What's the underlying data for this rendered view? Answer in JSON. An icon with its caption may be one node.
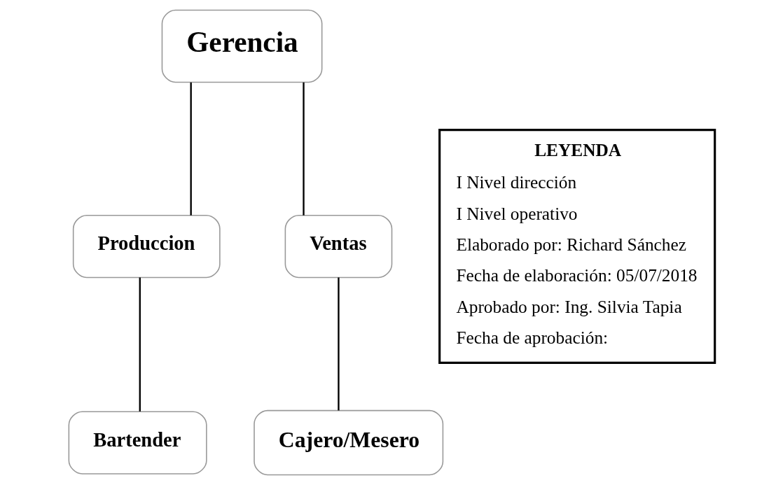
{
  "diagram": {
    "nodes": [
      {
        "text": [
          "Gerencia"
        ]
      },
      {
        "text": [
          "Produccion"
        ]
      },
      {
        "text": [
          "Ventas"
        ]
      },
      {
        "text": [
          "LEYENDA",
          "I Nivel dirección",
          "I Nivel operativo",
          "Elaborado por: Richard Sánchez",
          "Fecha de elaboración: 05/07/2018",
          "Aprobado por: Ing. Silvia Tapia",
          "Fecha de aprobación:"
        ]
      },
      {
        "text": [
          "Bartender"
        ]
      },
      {
        "text": [
          "Cajero/Mesero"
        ]
      }
    ],
    "edges": [
      {
        "from": 0,
        "to": 1,
        "arrow": "none"
      },
      {
        "from": 0,
        "to": 2,
        "arrow": "none"
      },
      {
        "from": 1,
        "to": 4,
        "arrow": "none"
      },
      {
        "from": 2,
        "to": 5,
        "arrow": "none"
      }
    ]
  }
}
